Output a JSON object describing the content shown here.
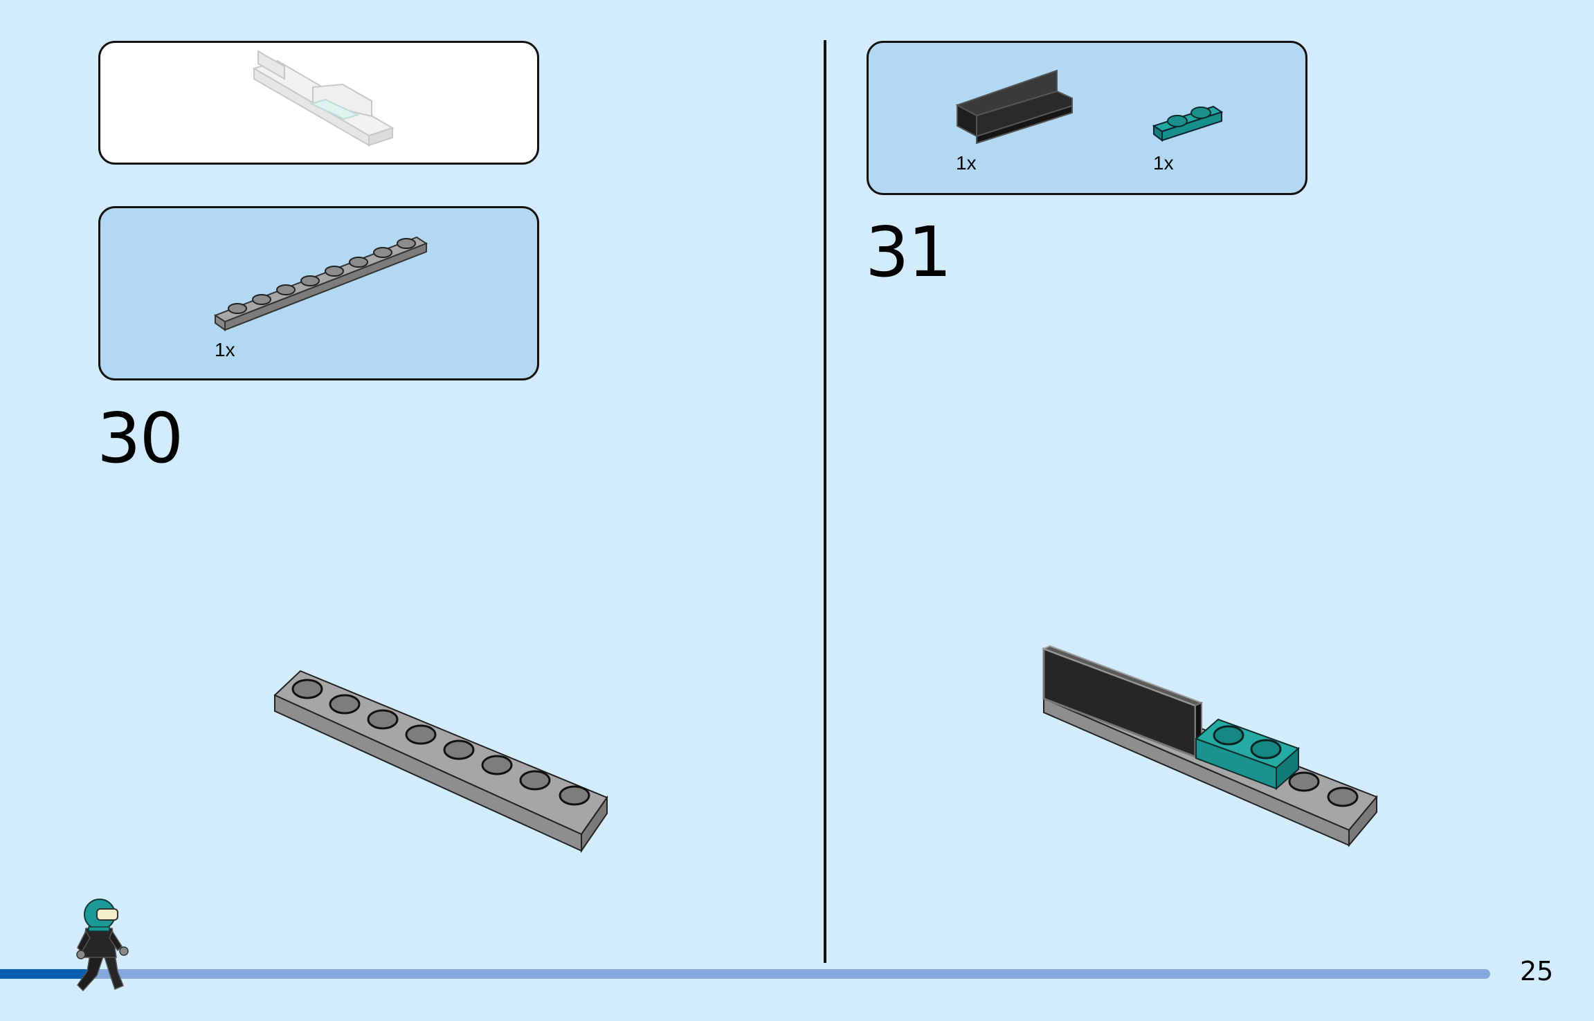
{
  "page_number": "25",
  "progress_fraction": 0.06,
  "steps": [
    {
      "number": "30",
      "preview_box": "previous assembly (ghosted)",
      "parts": [
        {
          "qty": "1x",
          "icon": "gray-plate-1x8-icon",
          "color": "#9a9a9a"
        }
      ]
    },
    {
      "number": "31",
      "parts": [
        {
          "qty": "1x",
          "icon": "black-bracket-icon",
          "color": "#2a2a2a"
        },
        {
          "qty": "1x",
          "icon": "teal-plate-1x2-icon",
          "color": "#1f9e9a"
        }
      ]
    }
  ],
  "colors": {
    "page_background": "#d3ecfc",
    "parts_box": "#b2d8f2",
    "progress_track": "#86a8dc",
    "progress_fill": "#0b5fae",
    "gray_brick": "#9a9a9a",
    "black_brick": "#2a2a2a",
    "teal_brick": "#1f9e9a"
  }
}
